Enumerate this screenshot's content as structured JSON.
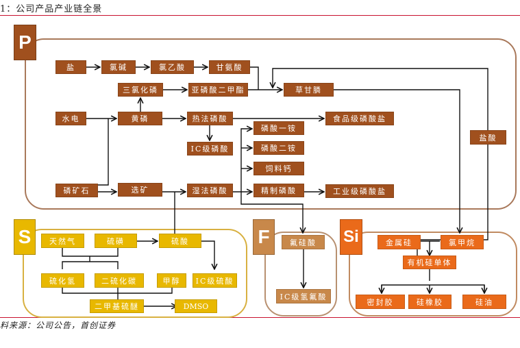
{
  "caption": "1：公司产品产业链全景",
  "source": "料来源：公司公告，首创证券",
  "colors": {
    "p": "#a0501e",
    "s": "#e8b800",
    "f": "#c8884a",
    "si": "#ea6a1a",
    "rule": "#c8102e"
  },
  "groups": {
    "p": {
      "badge": "P"
    },
    "s": {
      "badge": "S"
    },
    "f": {
      "badge": "F"
    },
    "si": {
      "badge": "Si"
    }
  },
  "nodes": {
    "salt": "盐",
    "chlor_alkali": "氯碱",
    "chloroacetic_acid": "氯乙酸",
    "glycine": "甘氨酸",
    "pcl3": "三氯化磷",
    "dimethyl_phosphite": "亚磷酸二甲酯",
    "glyphosate": "草甘膦",
    "hydropower": "水电",
    "yellow_phosphorus": "黄磷",
    "thermal_phosphoric_acid": "热法磷酸",
    "food_phosphate": "食品级磷酸盐",
    "ic_phosphoric_acid": "IC级磷酸",
    "map": "磷酸一铵",
    "dap": "磷酸二铵",
    "feed_calcium": "饲料钙",
    "phosphate_rock": "磷矿石",
    "beneficiation": "选矿",
    "wet_phosphoric_acid": "湿法磷酸",
    "refined_phosphoric_acid": "精制磷酸",
    "industrial_phosphate": "工业级磷酸盐",
    "hydrochloric_acid": "盐酸",
    "natural_gas": "天然气",
    "sulfur": "硫磺",
    "sulfuric_acid": "硫酸",
    "h2s": "硫化氢",
    "cs2": "二硫化碳",
    "methanol": "甲醇",
    "ic_sulfuric_acid": "IC级硫酸",
    "dms": "二甲基硫醚",
    "dmso": "DMSO",
    "fluosilicic_acid": "氟硅酸",
    "ic_hf": "IC级氢氟酸",
    "metal_silicon": "金属硅",
    "chloromethane": "氯甲烷",
    "organosilicon_monomer": "有机硅单体",
    "sealant": "密封胶",
    "silicone_rubber": "硅橡胶",
    "silicone_oil": "硅油"
  },
  "edges": [
    [
      "salt",
      "chlor_alkali"
    ],
    [
      "chlor_alkali",
      "chloroacetic_acid"
    ],
    [
      "chloroacetic_acid",
      "glycine"
    ],
    [
      "glycine",
      "glyphosate"
    ],
    [
      "dimethyl_phosphite",
      "glyphosate"
    ],
    [
      "pcl3",
      "dimethyl_phosphite"
    ],
    [
      "hydropower",
      "yellow_phosphorus"
    ],
    [
      "phosphate_rock",
      "yellow_phosphorus"
    ],
    [
      "yellow_phosphorus",
      "pcl3"
    ],
    [
      "yellow_phosphorus",
      "thermal_phosphoric_acid"
    ],
    [
      "thermal_phosphoric_acid",
      "food_phosphate"
    ],
    [
      "thermal_phosphoric_acid",
      "ic_phosphoric_acid"
    ],
    [
      "phosphate_rock",
      "beneficiation"
    ],
    [
      "beneficiation",
      "wet_phosphoric_acid"
    ],
    [
      "sulfuric_acid",
      "wet_phosphoric_acid"
    ],
    [
      "wet_phosphoric_acid",
      "map"
    ],
    [
      "wet_phosphoric_acid",
      "dap"
    ],
    [
      "wet_phosphoric_acid",
      "feed_calcium"
    ],
    [
      "wet_phosphoric_acid",
      "refined_phosphoric_acid"
    ],
    [
      "refined_phosphoric_acid",
      "industrial_phosphate"
    ],
    [
      "wet_phosphoric_acid",
      "fluosilicic_acid"
    ],
    [
      "hydrochloric_acid",
      "glyphosate"
    ],
    [
      "glyphosate",
      "chloromethane"
    ],
    [
      "hydrochloric_acid",
      "organosilicon_monomer"
    ],
    [
      "sulfur",
      "sulfuric_acid"
    ],
    [
      "sulfuric_acid",
      "ic_sulfuric_acid"
    ],
    [
      "natural_gas",
      "h2s"
    ],
    [
      "natural_gas",
      "cs2"
    ],
    [
      "sulfur",
      "h2s"
    ],
    [
      "sulfur",
      "cs2"
    ],
    [
      "h2s",
      "dms"
    ],
    [
      "cs2",
      "dms"
    ],
    [
      "methanol",
      "dms"
    ],
    [
      "dms",
      "dmso"
    ],
    [
      "fluosilicic_acid",
      "ic_hf"
    ],
    [
      "metal_silicon",
      "organosilicon_monomer"
    ],
    [
      "chloromethane",
      "organosilicon_monomer"
    ],
    [
      "organosilicon_monomer",
      "sealant"
    ],
    [
      "organosilicon_monomer",
      "silicone_rubber"
    ],
    [
      "organosilicon_monomer",
      "silicone_oil"
    ]
  ]
}
